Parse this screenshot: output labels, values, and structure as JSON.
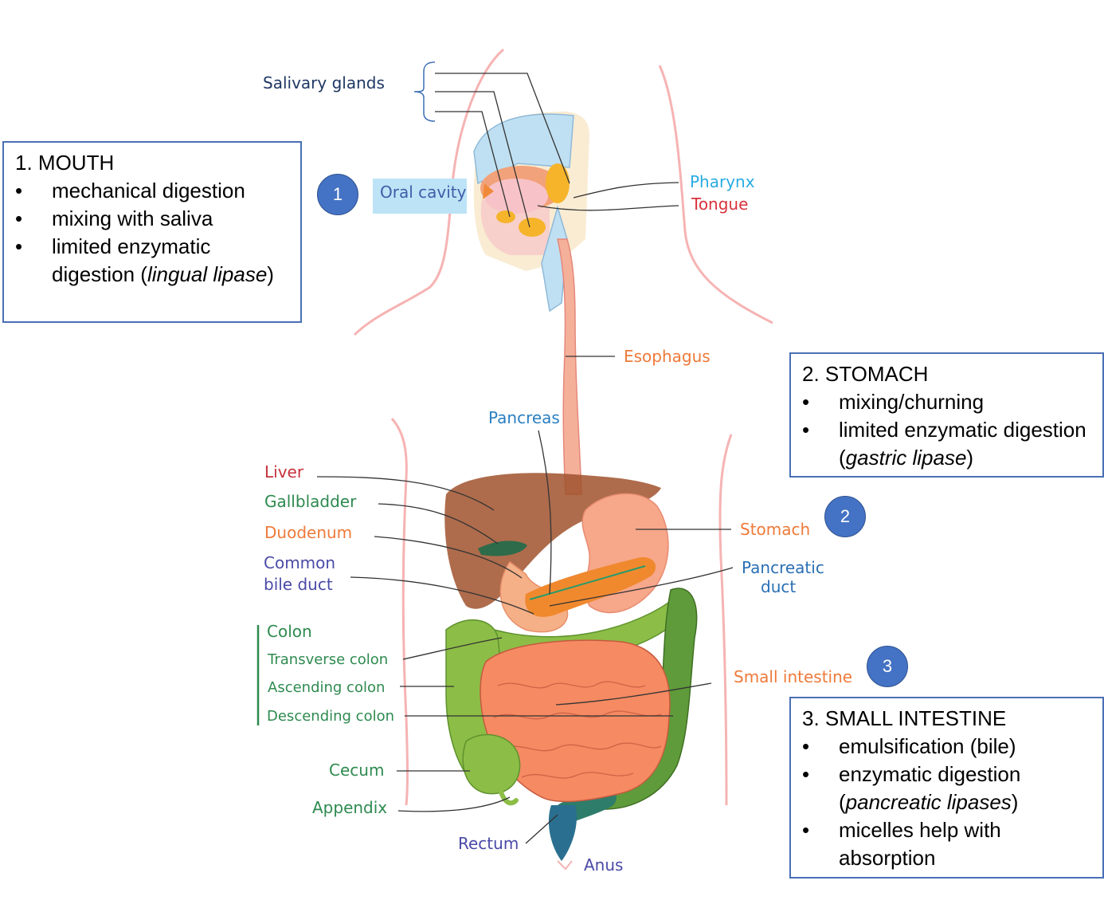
{
  "labels": {
    "salivary_glands": "Salivary glands",
    "oral_cavity": "Oral cavity",
    "pharynx": "Pharynx",
    "tongue": "Tongue",
    "esophagus": "Esophagus",
    "pancreas": "Pancreas",
    "liver": "Liver",
    "gallbladder": "Gallbladder",
    "duodenum": "Duodenum",
    "common_bile_duct_1": "Common",
    "common_bile_duct_2": "bile duct",
    "stomach": "Stomach",
    "pancreatic_duct_1": "Pancreatic",
    "pancreatic_duct_2": "duct",
    "colon": "Colon",
    "transverse_colon": "Transverse colon",
    "ascending_colon": "Ascending colon",
    "descending_colon": "Descending colon",
    "small_intestine": "Small intestine",
    "cecum": "Cecum",
    "appendix": "Appendix",
    "rectum": "Rectum",
    "anus": "Anus"
  },
  "badges": {
    "mouth": "1",
    "stomach": "2",
    "small_intestine": "3"
  },
  "boxes": {
    "mouth": {
      "title": "1. MOUTH",
      "item1": "mechanical digestion",
      "item2": "mixing with saliva",
      "item3_pre": "limited enzymatic digestion (",
      "item3_em": "lingual lipase",
      "item3_post": ")"
    },
    "stomach": {
      "title": "2. STOMACH",
      "item1": "mixing/churning",
      "item2_pre": "limited enzymatic digestion (",
      "item2_em": "gastric lipase",
      "item2_post": ")"
    },
    "small_intestine": {
      "title": "3. SMALL INTESTINE",
      "item1": "emulsification (bile)",
      "item2_pre": "enzymatic digestion (",
      "item2_em": "pancreatic lipases",
      "item2_post": ")",
      "item3": "micelles help with absorption"
    }
  },
  "colors": {
    "label_navy": "#1f3864",
    "label_blue": "#29abe2",
    "label_red": "#d9323c",
    "label_orange": "#ee7a3a",
    "label_green": "#2e8a4f",
    "label_purple": "#4a4aa8",
    "label_steelblue": "#2a6fb5",
    "box_border": "#4a6fb5",
    "badge_fill": "#4472c4"
  }
}
